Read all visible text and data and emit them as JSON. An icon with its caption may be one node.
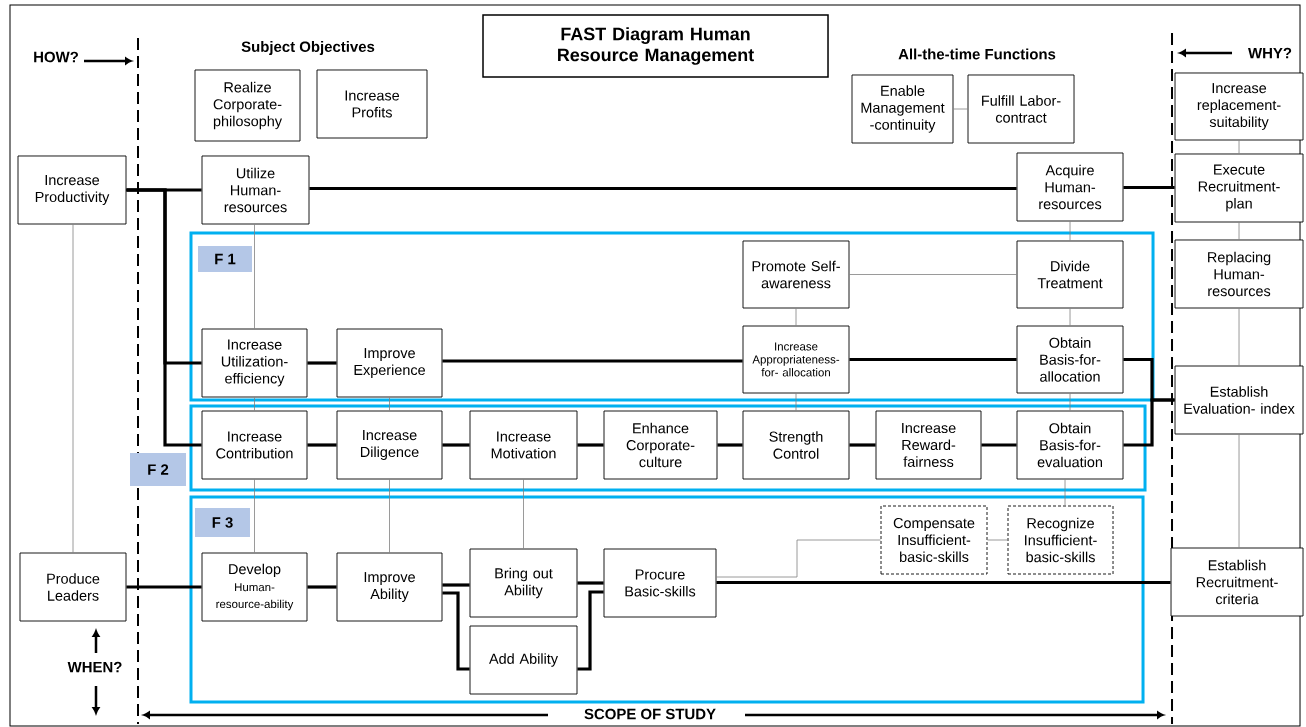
{
  "diagram": {
    "title": "FAST Diagram Human Resource Management",
    "nodes": [
      {
        "text": [
          "Realize Corporate- philosophy"
        ]
      },
      {
        "text": [
          "Increase Profits"
        ]
      },
      {
        "text": [
          "Enable Management -continuity"
        ]
      },
      {
        "text": [
          "Fulfill Labor- contract"
        ]
      },
      {
        "text": [
          "Increase replacement- suitability"
        ]
      },
      {
        "text": [
          "Increase Productivity"
        ]
      },
      {
        "text": [
          "Utilize Human- resources"
        ]
      },
      {
        "text": [
          "Acquire Human- resources"
        ]
      },
      {
        "text": [
          "Execute Recruitment- plan"
        ]
      },
      {
        "text": [
          "F 1"
        ]
      },
      {
        "text": [
          "Promote Self- awareness"
        ],
        "in": 9
      },
      {
        "text": [
          "Divide Treatment"
        ],
        "in": 9
      },
      {
        "text": [
          "Replacing Human- resources"
        ]
      },
      {
        "text": [
          "Increase Utilization- efficiency"
        ],
        "in": 9
      },
      {
        "text": [
          "Improve Experience"
        ],
        "in": 9
      },
      {
        "text": [
          "Increase Appropriateness- for- allocation"
        ],
        "in": 9
      },
      {
        "text": [
          "Obtain Basis-for- allocation"
        ],
        "in": 9
      },
      {
        "text": [
          "Establish Evaluation- index"
        ]
      },
      {
        "text": [
          "F 2"
        ]
      },
      {
        "text": [
          "Increase Contribution"
        ],
        "in": 18
      },
      {
        "text": [
          "Increase Diligence"
        ],
        "in": 18
      },
      {
        "text": [
          "Increase Motivation"
        ],
        "in": 18
      },
      {
        "text": [
          "Enhance Corporate- culture"
        ],
        "in": 18
      },
      {
        "text": [
          "Strength Control"
        ],
        "in": 18
      },
      {
        "text": [
          "Increase Reward- fairness"
        ],
        "in": 18
      },
      {
        "text": [
          "Obtain Basis-for- evaluation"
        ],
        "in": 18
      },
      {
        "text": [
          "F 3"
        ]
      },
      {
        "text": [
          "Compensate Insufficient- basic-skills"
        ],
        "in": 26
      },
      {
        "text": [
          "Recognize Insufficient- basic-skills"
        ],
        "in": 26
      },
      {
        "text": [
          "Produce Leaders"
        ]
      },
      {
        "text": [
          "Develop",
          "Human- resource-ability"
        ],
        "in": 26
      },
      {
        "text": [
          "Improve Ability"
        ],
        "in": 26
      },
      {
        "text": [
          "Bring out Ability"
        ],
        "in": 26
      },
      {
        "text": [
          "Procure Basic-skills"
        ],
        "in": 26
      },
      {
        "text": [
          "Establish Recruitment- criteria"
        ]
      },
      {
        "text": [
          "Add Ability"
        ],
        "in": 26
      }
    ],
    "edges": [
      {
        "from": 2,
        "to": 3,
        "arrow": "none",
        "color": "#808080"
      },
      {
        "from": 4,
        "to": 8,
        "arrow": "none",
        "color": "#808080"
      },
      {
        "from": 5,
        "to": 6,
        "arrow": "none"
      },
      {
        "from": 6,
        "to": 7,
        "arrow": "none"
      },
      {
        "from": 7,
        "to": 8,
        "arrow": "none"
      },
      {
        "from": 5,
        "to": 13,
        "arrow": "none"
      },
      {
        "from": 5,
        "to": 19,
        "arrow": "none"
      },
      {
        "from": 5,
        "to": 29,
        "arrow": "none",
        "color": "#808080"
      },
      {
        "from": 6,
        "to": 13,
        "arrow": "none",
        "color": "#808080"
      },
      {
        "from": 7,
        "to": 11,
        "arrow": "none",
        "color": "#808080"
      },
      {
        "from": 8,
        "to": 12,
        "arrow": "none",
        "color": "#808080"
      },
      {
        "from": 10,
        "to": 11,
        "arrow": "none",
        "color": "#808080"
      },
      {
        "from": 10,
        "to": 15,
        "arrow": "none",
        "color": "#808080"
      },
      {
        "from": 11,
        "to": 16,
        "arrow": "none",
        "color": "#808080"
      },
      {
        "from": 12,
        "to": 17,
        "arrow": "none",
        "color": "#808080"
      },
      {
        "from": 13,
        "to": 14,
        "arrow": "none"
      },
      {
        "from": 14,
        "to": 15,
        "arrow": "none"
      },
      {
        "from": 15,
        "to": 16,
        "arrow": "none"
      },
      {
        "from": 16,
        "to": 17,
        "arrow": "none"
      },
      {
        "from": 13,
        "to": 19,
        "arrow": "none",
        "color": "#808080"
      },
      {
        "from": 14,
        "to": 20,
        "arrow": "none",
        "color": "#808080"
      },
      {
        "from": 15,
        "to": 23,
        "arrow": "none",
        "color": "#808080"
      },
      {
        "from": 16,
        "to": 25,
        "arrow": "none",
        "color": "#808080"
      },
      {
        "from": 19,
        "to": 20,
        "arrow": "none"
      },
      {
        "from": 20,
        "to": 21,
        "arrow": "none"
      },
      {
        "from": 21,
        "to": 22,
        "arrow": "none"
      },
      {
        "from": 22,
        "to": 23,
        "arrow": "none"
      },
      {
        "from": 23,
        "to": 24,
        "arrow": "none"
      },
      {
        "from": 24,
        "to": 25,
        "arrow": "none"
      },
      {
        "from": 25,
        "to": 17,
        "arrow": "none"
      },
      {
        "from": 19,
        "to": 30,
        "arrow": "none",
        "color": "#808080"
      },
      {
        "from": 20,
        "to": 31,
        "arrow": "none",
        "color": "#808080"
      },
      {
        "from": 21,
        "to": 32,
        "arrow": "none",
        "color": "#808080"
      },
      {
        "from": 25,
        "to": 28,
        "arrow": "none",
        "color": "#808080"
      },
      {
        "from": 27,
        "to": 28,
        "arrow": "none",
        "color": "#808080"
      },
      {
        "from": 17,
        "to": 34,
        "arrow": "none",
        "color": "#808080"
      },
      {
        "from": 29,
        "to": 30,
        "arrow": "none"
      },
      {
        "from": 30,
        "to": 31,
        "arrow": "none"
      },
      {
        "from": 31,
        "to": 32,
        "arrow": "none"
      },
      {
        "from": 31,
        "to": 35,
        "arrow": "none"
      },
      {
        "from": 32,
        "to": 33,
        "arrow": "none"
      },
      {
        "from": 35,
        "to": 33,
        "arrow": "none"
      },
      {
        "from": 33,
        "to": 34,
        "arrow": "none"
      },
      {
        "from": 33,
        "to": 27,
        "arrow": "none",
        "color": "#808080"
      }
    ],
    "labels": [
      "HOW?",
      "Subject Objectives",
      "All-the-time Functions",
      "WHY?",
      "WHEN?",
      "SCOPE OF STUDY"
    ]
  }
}
